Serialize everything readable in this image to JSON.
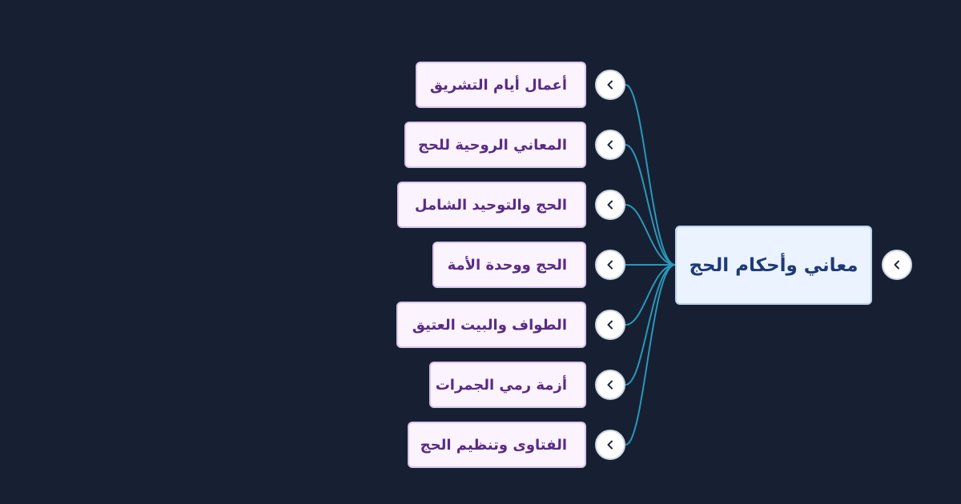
{
  "root": {
    "label": "معاني وأحكام الحج"
  },
  "children": [
    {
      "label": "أعمال أيام التشريق"
    },
    {
      "label": "المعاني الروحية للحج"
    },
    {
      "label": "الحج والتوحيد الشامل"
    },
    {
      "label": "الحج ووحدة الأمة"
    },
    {
      "label": "الطواف والبيت العتيق"
    },
    {
      "label": "أزمة رمي الجمرات"
    },
    {
      "label": "الفتاوى وتنظيم الحج"
    }
  ],
  "colors": {
    "background": "#172033",
    "edge": "#2a98b8",
    "child_fill": "#fbf3fe",
    "child_border": "#d9c6f0",
    "child_text": "#5b2a86",
    "root_fill": "#eaf3ff",
    "root_border": "#bcd3f0",
    "root_text": "#1f3a73"
  },
  "icons": {
    "toggle": "chevron-left-icon"
  }
}
